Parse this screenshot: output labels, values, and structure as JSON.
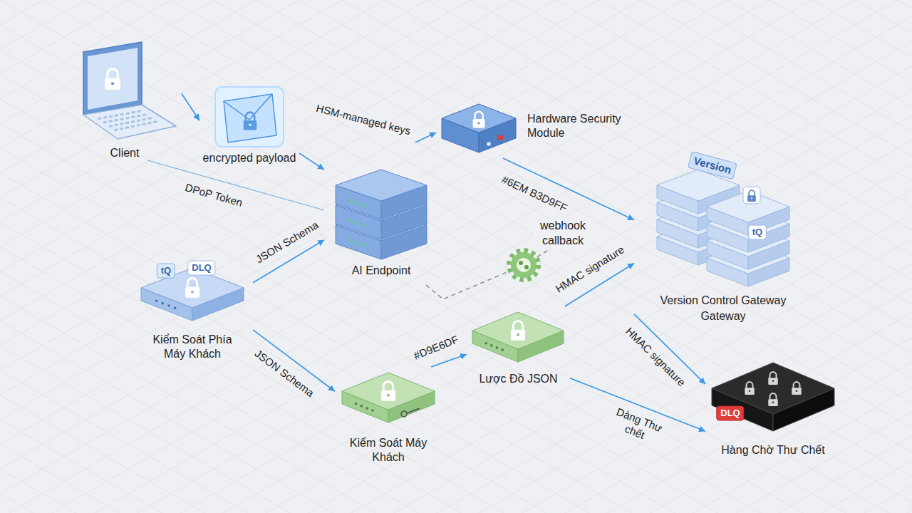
{
  "diagram": {
    "nodes": [
      {
        "text": [
          "Client"
        ]
      },
      {
        "text": [
          "encrypted payload"
        ]
      },
      {
        "text": [
          "AI Endpoint"
        ]
      },
      {
        "text": [
          "Hardware Security Module"
        ]
      },
      {
        "text": [
          "Version Control Gateway",
          "Gateway"
        ]
      },
      {
        "text": [
          "Kiểm Soát Phía Máy Khách"
        ]
      },
      {
        "text": [
          "Lược Đồ JSON"
        ]
      },
      {
        "text": [
          "Kiểm Soát Máy Khách"
        ]
      },
      {
        "text": [
          "Hàng Chờ Thư Chết"
        ]
      }
    ],
    "edges": [
      {
        "from": 0,
        "to": 1,
        "arrow": "to"
      },
      {
        "from": 1,
        "to": 2,
        "arrow": "to"
      },
      {
        "from": 0,
        "to": 2,
        "label": "DPoP Token",
        "arrow": "none"
      },
      {
        "from": 2,
        "to": 3,
        "label": "HSM-managed keys",
        "arrow": "to"
      },
      {
        "from": 3,
        "to": 4,
        "label": "#6EM B3D9FF",
        "arrow": "to"
      },
      {
        "from": 5,
        "to": 2,
        "label": "JSON Schema",
        "arrow": "to"
      },
      {
        "from": 5,
        "to": 7,
        "label": "JSON Schema",
        "arrow": "to"
      },
      {
        "from": 7,
        "to": 6,
        "label": "#D9E6DF",
        "arrow": "to"
      },
      {
        "from": 6,
        "to": 4,
        "label": "HMAC signature",
        "arrow": "to"
      },
      {
        "from": 4,
        "to": 8,
        "label": "HMAC signature",
        "arrow": "to"
      },
      {
        "from": 6,
        "to": 8,
        "label": "Dàng Thư chết",
        "arrow": "to"
      }
    ],
    "labels": [
      "Version",
      "webhook callback",
      "tQ",
      "tQ",
      "DLQ",
      "DLQ"
    ]
  }
}
